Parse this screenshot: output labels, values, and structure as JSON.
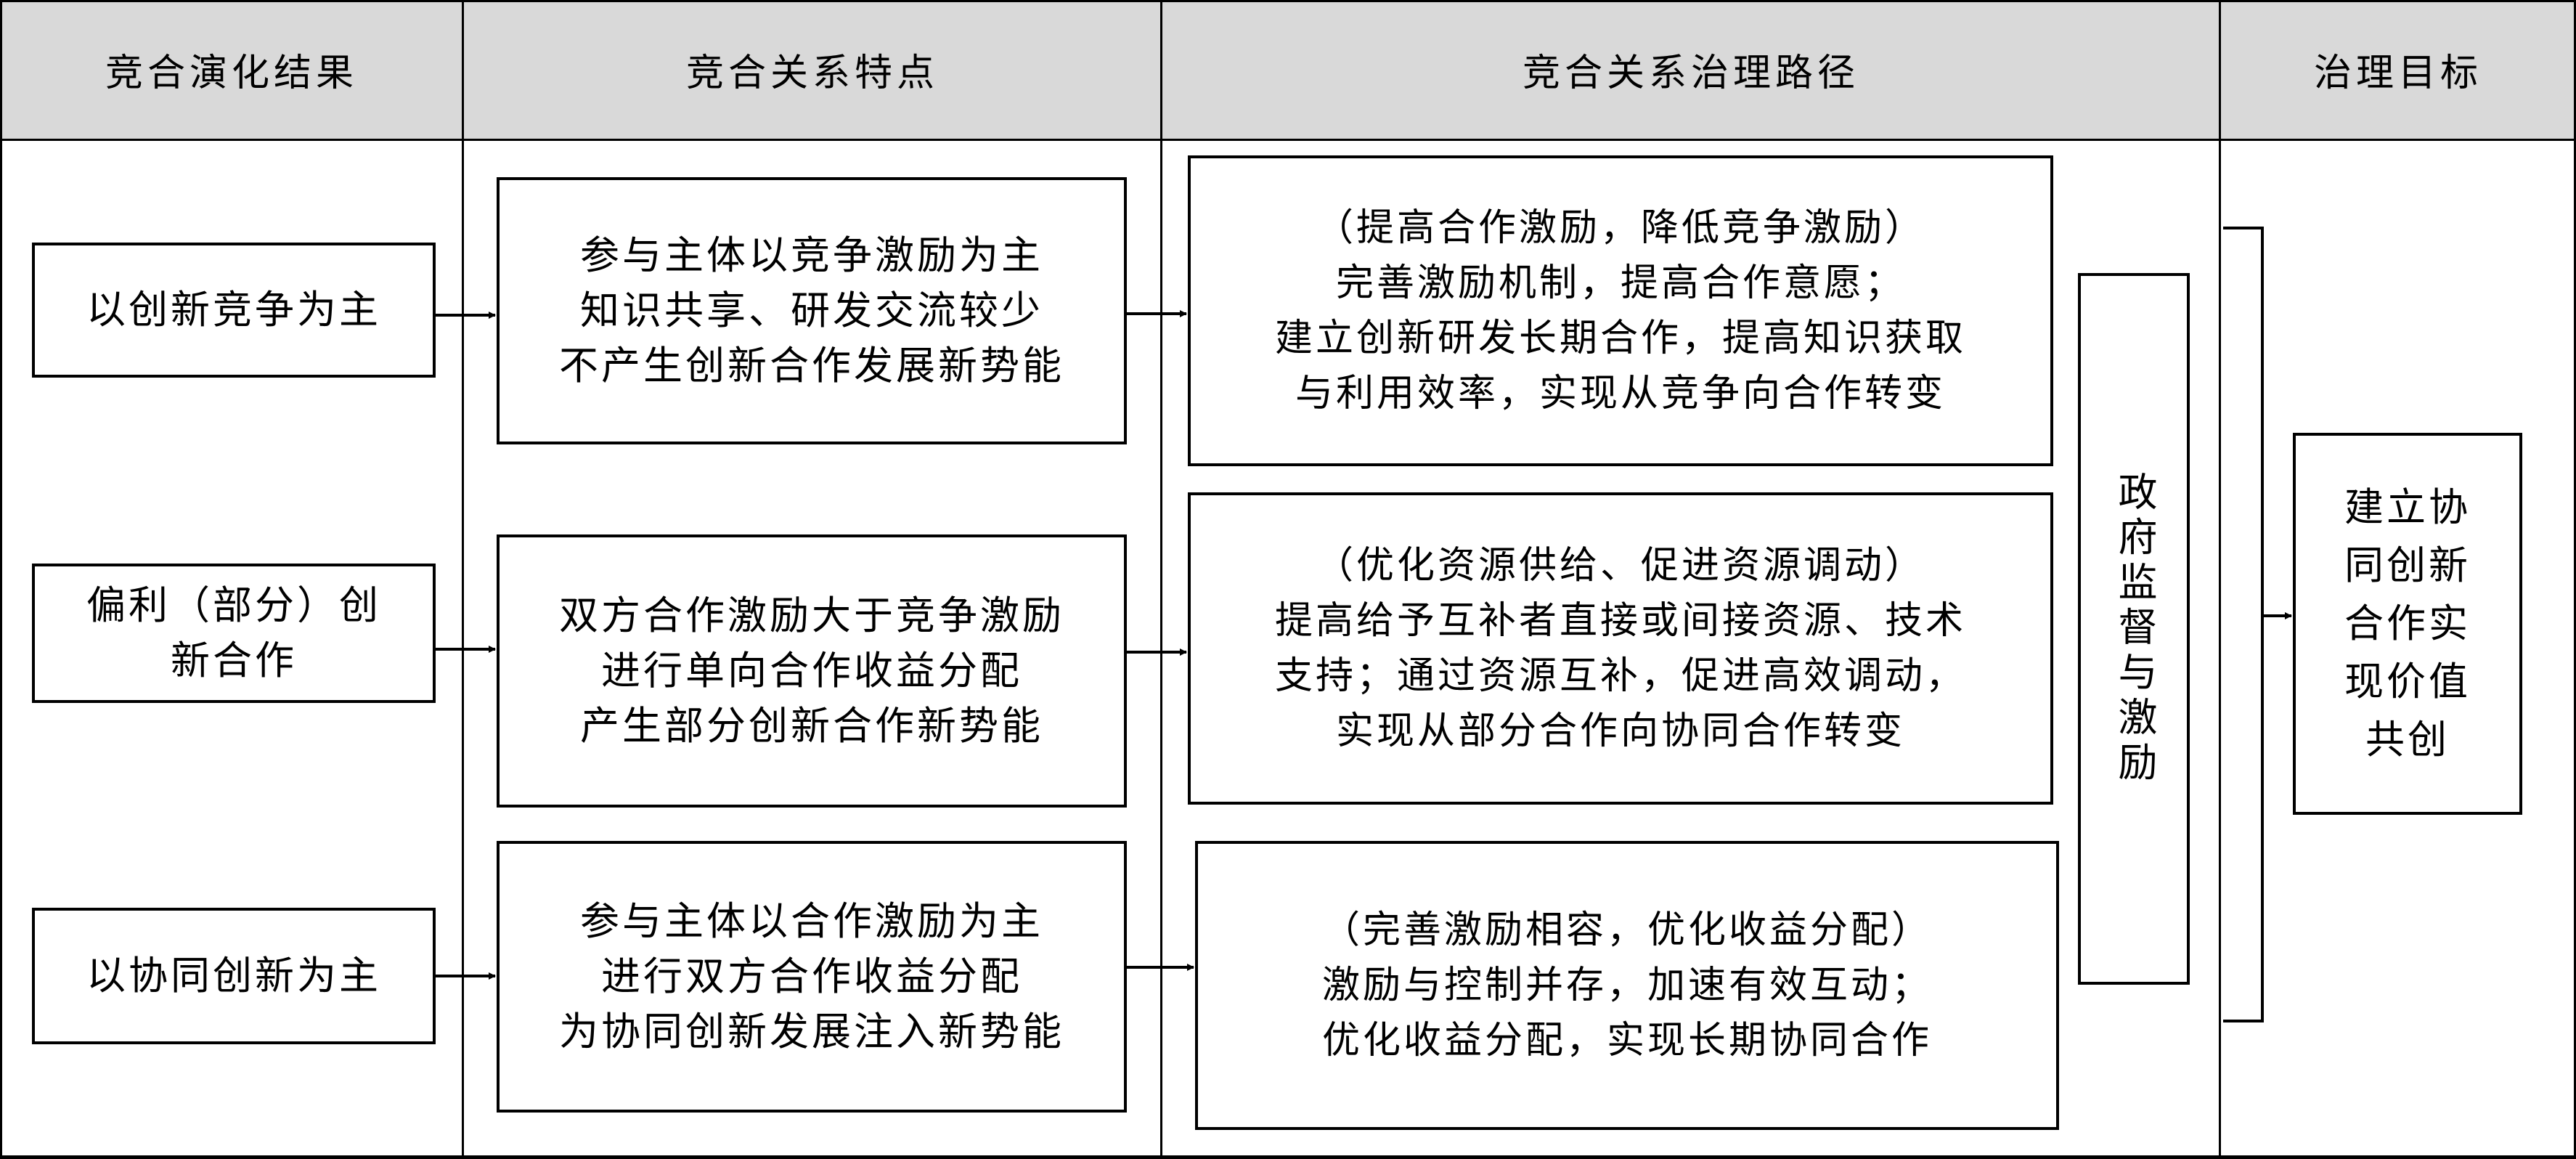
{
  "headers": {
    "col1": "竞合演化结果",
    "col2": "竞合关系特点",
    "col3": "竞合关系治理路径",
    "col4": "治理目标"
  },
  "results": [
    {
      "lines": [
        "以创新竞争为主"
      ]
    },
    {
      "lines": [
        "偏利（部分）创",
        "新合作"
      ]
    },
    {
      "lines": [
        "以协同创新为主"
      ]
    }
  ],
  "features": [
    {
      "lines": [
        "参与主体以竞争激励为主",
        "知识共享、研发交流较少",
        "不产生创新合作发展新势能"
      ]
    },
    {
      "lines": [
        "双方合作激励大于竞争激励",
        "进行单向合作收益分配",
        "产生部分创新合作新势能"
      ]
    },
    {
      "lines": [
        "参与主体以合作激励为主",
        "进行双方合作收益分配",
        "为协同创新发展注入新势能"
      ]
    }
  ],
  "paths": [
    {
      "lines": [
        "（提高合作激励，降低竞争激励）",
        "完善激励机制，提高合作意愿；",
        "建立创新研发长期合作，提高知识获取",
        "与利用效率，实现从竞争向合作转变"
      ]
    },
    {
      "lines": [
        "（优化资源供给、促进资源调动）",
        "提高给予互补者直接或间接资源、技术",
        "支持；通过资源互补，促进高效调动，",
        "实现从部分合作向协同合作转变"
      ]
    },
    {
      "lines": [
        "（完善激励相容，优化收益分配）",
        "激励与控制并存，加速有效互动；",
        "优化收益分配，实现长期协同合作"
      ]
    }
  ],
  "government": "政府监督与激励",
  "goal": {
    "lines": [
      "建立协",
      "同创新",
      "合作实",
      "现价值",
      "共创"
    ]
  }
}
